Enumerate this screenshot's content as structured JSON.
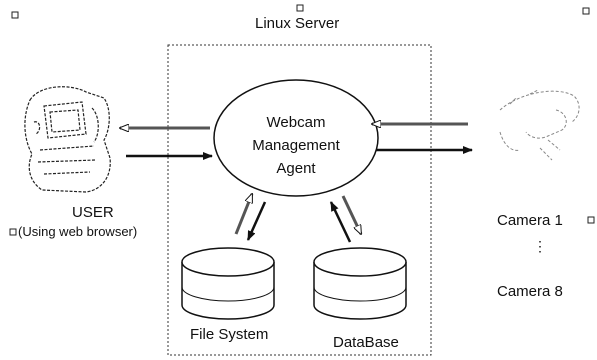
{
  "server": {
    "title": "Linux Server"
  },
  "agent": {
    "line1": "Webcam",
    "line2": "Management",
    "line3": "Agent"
  },
  "user": {
    "label": "USER",
    "sublabel": "(Using web browser)"
  },
  "storage": {
    "filesystem": "File System",
    "database": "DataBase"
  },
  "cameras": {
    "first": "Camera 1",
    "ellipsis": "⋮",
    "last": "Camera 8"
  }
}
